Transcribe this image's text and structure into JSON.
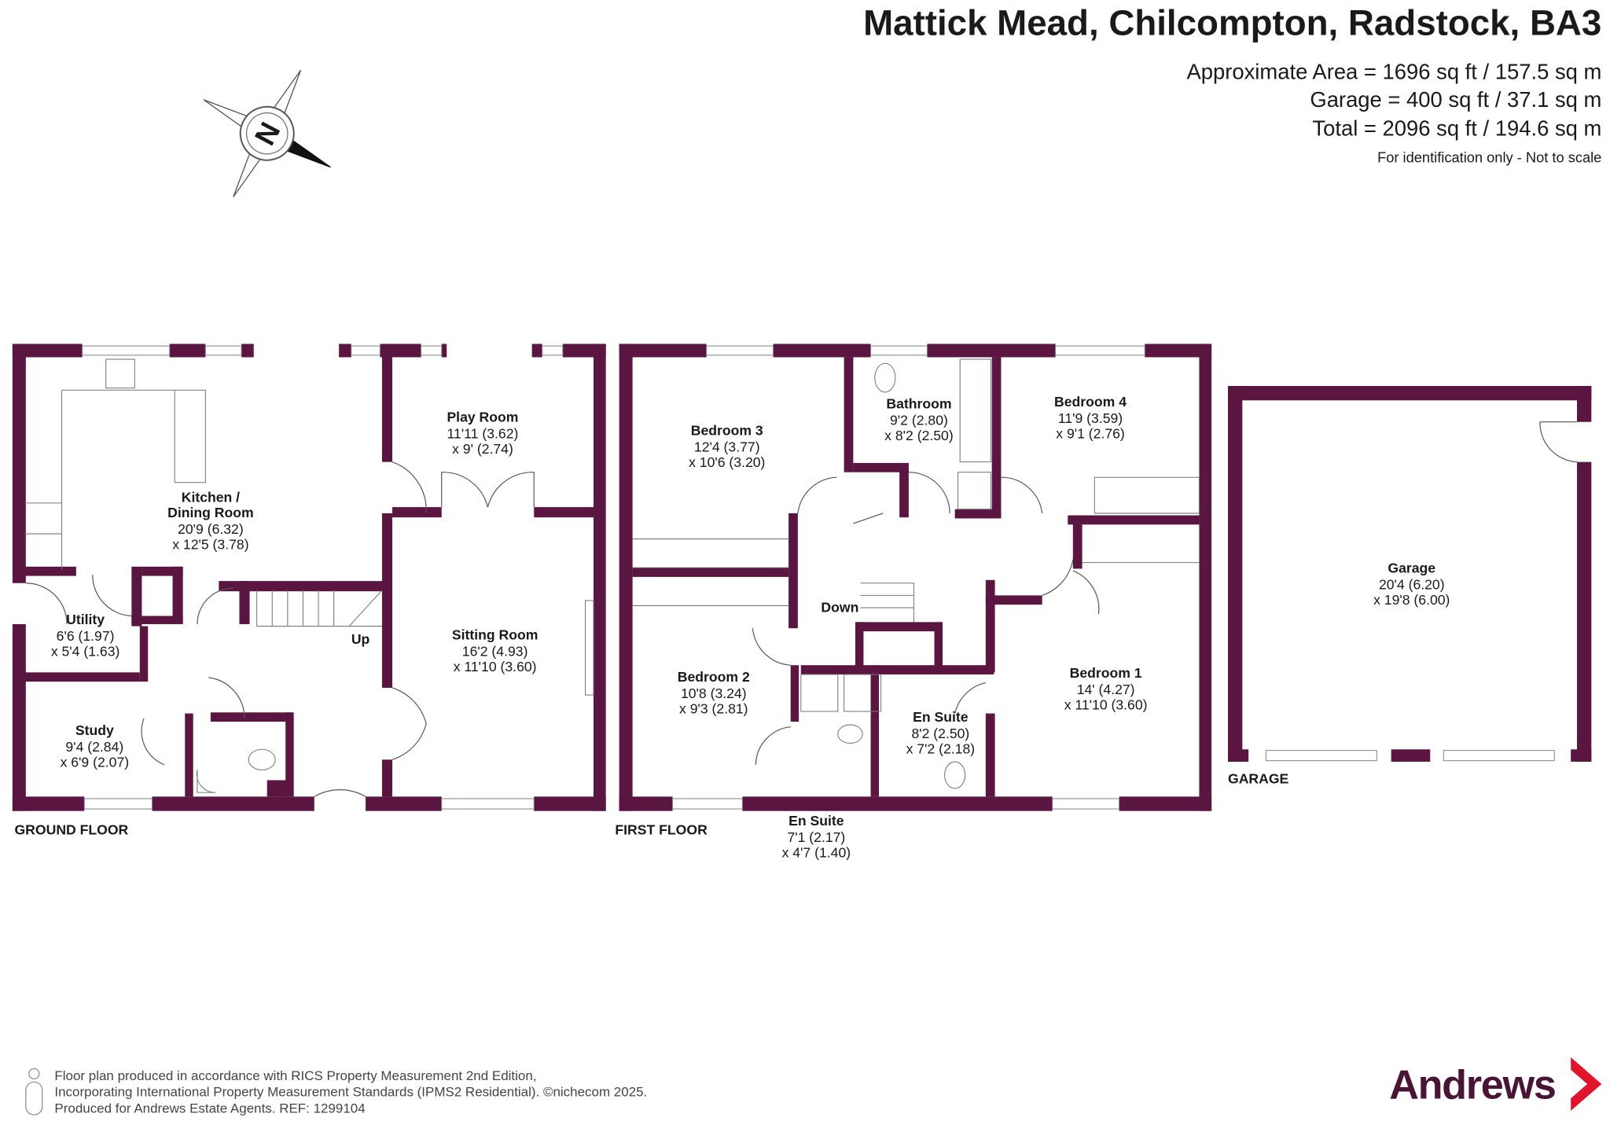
{
  "header": {
    "title": "Mattick Mead, Chilcompton, Radstock, BA3",
    "approximate_area": "Approximate Area = 1696 sq ft / 157.5 sq m",
    "garage_area": "Garage = 400 sq ft / 37.1 sq m",
    "total_area": "Total = 2096 sq ft / 194.6 sq m",
    "disclaimer": "For identification only - Not to scale"
  },
  "compass": {
    "label": "N"
  },
  "ground_floor": {
    "label": "GROUND FLOOR",
    "stairs_label": "Up",
    "rooms": [
      {
        "name": "Kitchen /",
        "name2": "Dining Room",
        "dim1": "20'9 (6.32)",
        "dim2": "x 12'5 (3.78)"
      },
      {
        "name": "Play Room",
        "dim1": "11'11 (3.62)",
        "dim2": "x 9' (2.74)"
      },
      {
        "name": "Utility",
        "dim1": "6'6 (1.97)",
        "dim2": "x 5'4 (1.63)"
      },
      {
        "name": "Study",
        "dim1": "9'4 (2.84)",
        "dim2": "x 6'9 (2.07)"
      },
      {
        "name": "Sitting Room",
        "dim1": "16'2 (4.93)",
        "dim2": "x 11'10 (3.60)"
      }
    ]
  },
  "first_floor": {
    "label": "FIRST FLOOR",
    "stairs_label": "Down",
    "rooms": [
      {
        "name": "Bedroom 3",
        "dim1": "12'4 (3.77)",
        "dim2": "x 10'6 (3.20)"
      },
      {
        "name": "Bathroom",
        "dim1": "9'2 (2.80)",
        "dim2": "x 8'2 (2.50)"
      },
      {
        "name": "Bedroom 4",
        "dim1": "11'9 (3.59)",
        "dim2": "x 9'1 (2.76)"
      },
      {
        "name": "Bedroom 2",
        "dim1": "10'8 (3.24)",
        "dim2": "x 9'3 (2.81)"
      },
      {
        "name": "Bedroom 1",
        "dim1": "14' (4.27)",
        "dim2": "x 11'10 (3.60)"
      },
      {
        "name": "En Suite",
        "dim1": "8'2 (2.50)",
        "dim2": "x 7'2 (2.18)"
      },
      {
        "name": "En Suite",
        "dim1": "7'1 (2.17)",
        "dim2": "x 4'7 (1.40)"
      }
    ]
  },
  "garage": {
    "label": "GARAGE",
    "room": {
      "name": "Garage",
      "dim1": "20'4 (6.20)",
      "dim2": "x 19'8 (6.00)"
    }
  },
  "footer": {
    "line1": "Floor plan produced in accordance with RICS Property Measurement 2nd Edition,",
    "line2": "Incorporating International Property Measurement Standards (IPMS2 Residential).  ©nichecom 2025.",
    "line3": "Produced for Andrews Estate Agents.   REF: 1299104"
  },
  "logo": {
    "text": "Andrews"
  },
  "colors": {
    "wall": "#5a1540",
    "logo_text": "#4a1535",
    "logo_chevron": "#e3132b"
  }
}
